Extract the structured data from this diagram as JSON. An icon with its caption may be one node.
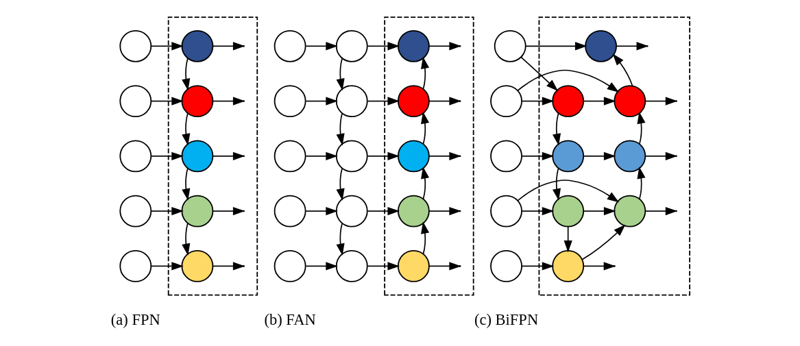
{
  "diagram": {
    "nodes": [
      {
        "text": [],
        "shape": "circle"
      },
      {
        "text": [],
        "shape": "circle"
      },
      {
        "text": [],
        "shape": "circle"
      },
      {
        "text": [],
        "shape": "circle"
      },
      {
        "text": [],
        "shape": "circle"
      },
      {
        "text": [],
        "shape": "box"
      },
      {
        "text": [],
        "shape": "circle",
        "in": 5
      },
      {
        "text": [],
        "shape": "circle",
        "in": 5
      },
      {
        "text": [],
        "shape": "circle",
        "in": 5
      },
      {
        "text": [],
        "shape": "circle",
        "in": 5
      },
      {
        "text": [],
        "shape": "circle",
        "in": 5
      },
      {
        "text": [],
        "shape": "circle"
      },
      {
        "text": [],
        "shape": "circle"
      },
      {
        "text": [],
        "shape": "circle"
      },
      {
        "text": [],
        "shape": "circle"
      },
      {
        "text": [],
        "shape": "circle"
      },
      {
        "text": [],
        "shape": "circle"
      },
      {
        "text": [],
        "shape": "circle"
      },
      {
        "text": [],
        "shape": "circle"
      },
      {
        "text": [],
        "shape": "circle"
      },
      {
        "text": [],
        "shape": "circle"
      },
      {
        "text": [],
        "shape": "box"
      },
      {
        "text": [],
        "shape": "circle",
        "in": 21
      },
      {
        "text": [],
        "shape": "circle",
        "in": 21
      },
      {
        "text": [],
        "shape": "circle",
        "in": 21
      },
      {
        "text": [],
        "shape": "circle",
        "in": 21
      },
      {
        "text": [],
        "shape": "circle",
        "in": 21
      },
      {
        "text": [],
        "shape": "circle"
      },
      {
        "text": [],
        "shape": "circle"
      },
      {
        "text": [],
        "shape": "circle"
      },
      {
        "text": [],
        "shape": "circle"
      },
      {
        "text": [],
        "shape": "circle"
      },
      {
        "text": [],
        "shape": "box"
      },
      {
        "text": [],
        "shape": "circle",
        "in": 32
      },
      {
        "text": [],
        "shape": "circle",
        "in": 32
      },
      {
        "text": [],
        "shape": "circle",
        "in": 32
      },
      {
        "text": [],
        "shape": "circle",
        "in": 32
      },
      {
        "text": [],
        "shape": "circle",
        "in": 32
      },
      {
        "text": [],
        "shape": "circle",
        "in": 32
      },
      {
        "text": [],
        "shape": "circle",
        "in": 32
      },
      {
        "text": [],
        "shape": "circle",
        "in": 32
      }
    ],
    "edges": [
      {
        "from": 0,
        "to": 6,
        "arrow": "to"
      },
      {
        "from": 1,
        "to": 7,
        "arrow": "to"
      },
      {
        "from": 2,
        "to": 8,
        "arrow": "to"
      },
      {
        "from": 3,
        "to": 9,
        "arrow": "to"
      },
      {
        "from": 4,
        "to": 10,
        "arrow": "to"
      },
      {
        "from": 6,
        "to": 7,
        "arrow": "to"
      },
      {
        "from": 7,
        "to": 8,
        "arrow": "to"
      },
      {
        "from": 8,
        "to": 9,
        "arrow": "to"
      },
      {
        "from": 9,
        "to": 10,
        "arrow": "to"
      },
      {
        "from": 6,
        "to": null,
        "arrow": "to"
      },
      {
        "from": 7,
        "to": null,
        "arrow": "to"
      },
      {
        "from": 8,
        "to": null,
        "arrow": "to"
      },
      {
        "from": 9,
        "to": null,
        "arrow": "to"
      },
      {
        "from": 10,
        "to": null,
        "arrow": "to"
      },
      {
        "from": 11,
        "to": 16,
        "arrow": "to"
      },
      {
        "from": 12,
        "to": 17,
        "arrow": "to"
      },
      {
        "from": 13,
        "to": 18,
        "arrow": "to"
      },
      {
        "from": 14,
        "to": 19,
        "arrow": "to"
      },
      {
        "from": 15,
        "to": 20,
        "arrow": "to"
      },
      {
        "from": 16,
        "to": 17,
        "arrow": "to"
      },
      {
        "from": 17,
        "to": 18,
        "arrow": "to"
      },
      {
        "from": 18,
        "to": 19,
        "arrow": "to"
      },
      {
        "from": 19,
        "to": 20,
        "arrow": "to"
      },
      {
        "from": 16,
        "to": 22,
        "arrow": "to"
      },
      {
        "from": 17,
        "to": 23,
        "arrow": "to"
      },
      {
        "from": 18,
        "to": 24,
        "arrow": "to"
      },
      {
        "from": 19,
        "to": 25,
        "arrow": "to"
      },
      {
        "from": 20,
        "to": 26,
        "arrow": "to"
      },
      {
        "from": 26,
        "to": 25,
        "arrow": "to"
      },
      {
        "from": 25,
        "to": 24,
        "arrow": "to"
      },
      {
        "from": 24,
        "to": 23,
        "arrow": "to"
      },
      {
        "from": 23,
        "to": 22,
        "arrow": "to"
      },
      {
        "from": 22,
        "to": null,
        "arrow": "to"
      },
      {
        "from": 23,
        "to": null,
        "arrow": "to"
      },
      {
        "from": 24,
        "to": null,
        "arrow": "to"
      },
      {
        "from": 25,
        "to": null,
        "arrow": "to"
      },
      {
        "from": 26,
        "to": null,
        "arrow": "to"
      },
      {
        "from": 27,
        "to": 36,
        "arrow": "to"
      },
      {
        "from": 27,
        "to": 33,
        "arrow": "to"
      },
      {
        "from": 28,
        "to": 33,
        "arrow": "to"
      },
      {
        "from": 28,
        "to": 37,
        "arrow": "to"
      },
      {
        "from": 29,
        "to": 34,
        "arrow": "to"
      },
      {
        "from": 30,
        "to": 35,
        "arrow": "to"
      },
      {
        "from": 30,
        "to": 39,
        "arrow": "to"
      },
      {
        "from": 31,
        "to": 40,
        "arrow": "to"
      },
      {
        "from": 33,
        "to": 34,
        "arrow": "to"
      },
      {
        "from": 34,
        "to": 35,
        "arrow": "to"
      },
      {
        "from": 35,
        "to": 40,
        "arrow": "to"
      },
      {
        "from": 33,
        "to": 37,
        "arrow": "to"
      },
      {
        "from": 34,
        "to": 38,
        "arrow": "to"
      },
      {
        "from": 35,
        "to": 39,
        "arrow": "to"
      },
      {
        "from": 40,
        "to": 39,
        "arrow": "to"
      },
      {
        "from": 39,
        "to": 38,
        "arrow": "to"
      },
      {
        "from": 38,
        "to": 37,
        "arrow": "to"
      },
      {
        "from": 37,
        "to": 36,
        "arrow": "to"
      },
      {
        "from": 36,
        "to": null,
        "arrow": "to"
      },
      {
        "from": 37,
        "to": null,
        "arrow": "to"
      },
      {
        "from": 38,
        "to": null,
        "arrow": "to"
      },
      {
        "from": 39,
        "to": null,
        "arrow": "to"
      },
      {
        "from": 40,
        "to": null,
        "arrow": "to"
      }
    ],
    "labels": [
      "(a) FPN",
      "(b) FAN",
      "(c) BiFPN"
    ]
  }
}
